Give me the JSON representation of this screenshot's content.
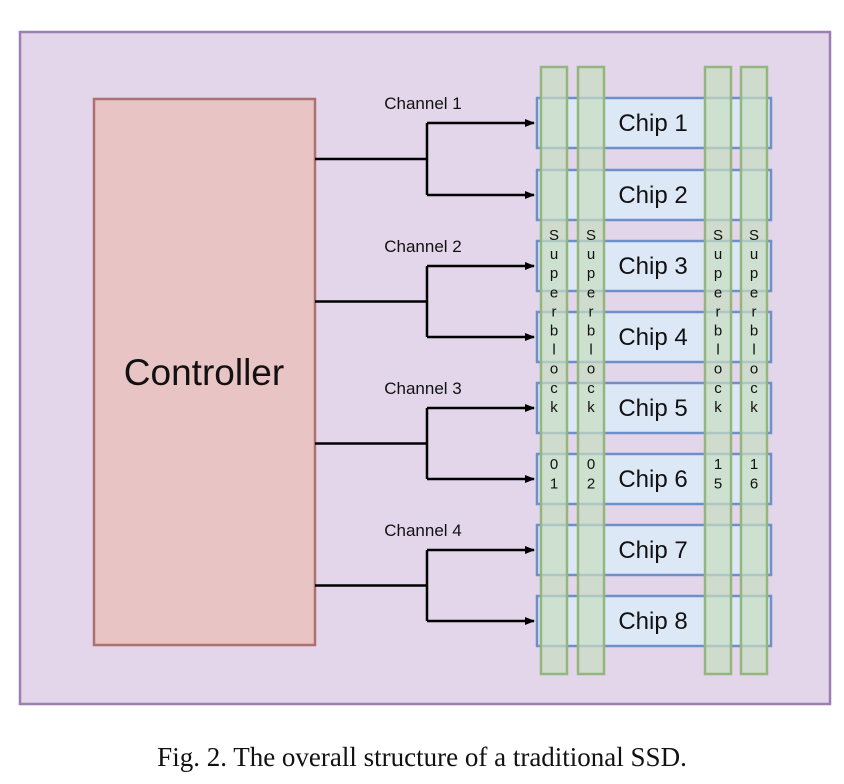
{
  "diagram": {
    "controller_label": "Controller",
    "channels": [
      {
        "label": "Channel 1",
        "chips": [
          "Chip 1",
          "Chip 2"
        ]
      },
      {
        "label": "Channel 2",
        "chips": [
          "Chip 3",
          "Chip 4"
        ]
      },
      {
        "label": "Channel 3",
        "chips": [
          "Chip 5",
          "Chip 6"
        ]
      },
      {
        "label": "Channel 4",
        "chips": [
          "Chip 7",
          "Chip 8"
        ]
      }
    ],
    "superblocks": [
      {
        "word": "Superblock",
        "number": "01"
      },
      {
        "word": "Superblock",
        "number": "02"
      },
      {
        "word": "Superblock",
        "number": "15"
      },
      {
        "word": "Superblock",
        "number": "16"
      }
    ],
    "colors": {
      "frame_fill": "#e3d6ea",
      "frame_stroke": "#9b7fb0",
      "controller_fill": "#e9c4c4",
      "controller_stroke": "#b07070",
      "chip_fill": "#dde8f7",
      "chip_stroke": "#6f8fc9",
      "superblock_fill": "#c8dcc0",
      "superblock_stroke": "#93b57e",
      "wire": "#000000"
    }
  },
  "caption": "Fig. 2.  The overall structure of a traditional SSD."
}
